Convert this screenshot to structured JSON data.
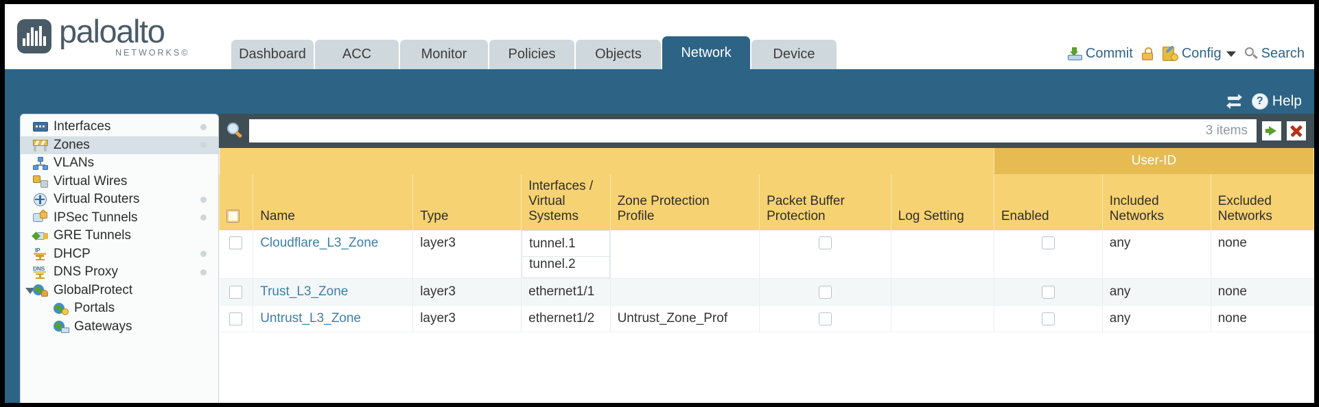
{
  "brand": {
    "name": "paloalto",
    "tagline": "NETWORKS",
    "registered": "©"
  },
  "nav": {
    "tabs": [
      {
        "label": "Dashboard",
        "active": false,
        "width": 120
      },
      {
        "label": "ACC",
        "active": false,
        "width": 122
      },
      {
        "label": "Monitor",
        "active": false,
        "width": 128
      },
      {
        "label": "Policies",
        "active": false,
        "width": 124
      },
      {
        "label": "Objects",
        "active": false,
        "width": 124
      },
      {
        "label": "Network",
        "active": true,
        "width": 128
      },
      {
        "label": "Device",
        "active": false,
        "width": 124
      }
    ]
  },
  "topbar": {
    "commit_label": "Commit",
    "commit_icon": "commit-tray-icon",
    "lock_icon": "padlock-icon",
    "config_label": "Config",
    "config_icon": "config-wrench-gear-icon",
    "config_caret": "chevron-down-icon",
    "search_label": "Search",
    "search_icon": "magnifier-icon"
  },
  "subbar": {
    "refresh_icon": "refresh-icon",
    "help_label": "Help",
    "help_icon": "help-question-icon"
  },
  "sidebar": {
    "items": [
      {
        "label": "Interfaces",
        "icon": "interfaces-icon",
        "selected": false,
        "dot": true,
        "child": false,
        "expander": false
      },
      {
        "label": "Zones",
        "icon": "zones-icon",
        "selected": true,
        "dot": true,
        "child": false,
        "expander": false
      },
      {
        "label": "VLANs",
        "icon": "vlans-icon",
        "selected": false,
        "dot": false,
        "child": false,
        "expander": false
      },
      {
        "label": "Virtual Wires",
        "icon": "virtual-wires-icon",
        "selected": false,
        "dot": false,
        "child": false,
        "expander": false
      },
      {
        "label": "Virtual Routers",
        "icon": "virtual-routers-icon",
        "selected": false,
        "dot": true,
        "child": false,
        "expander": false
      },
      {
        "label": "IPSec Tunnels",
        "icon": "ipsec-tunnels-icon",
        "selected": false,
        "dot": true,
        "child": false,
        "expander": false
      },
      {
        "label": "GRE Tunnels",
        "icon": "gre-tunnels-icon",
        "selected": false,
        "dot": false,
        "child": false,
        "expander": false
      },
      {
        "label": "DHCP",
        "icon": "dhcp-icon",
        "selected": false,
        "dot": true,
        "child": false,
        "expander": false
      },
      {
        "label": "DNS Proxy",
        "icon": "dns-proxy-icon",
        "selected": false,
        "dot": true,
        "child": false,
        "expander": false
      },
      {
        "label": "GlobalProtect",
        "icon": "globalprotect-icon",
        "selected": false,
        "dot": false,
        "child": false,
        "expander": true
      },
      {
        "label": "Portals",
        "icon": "portals-icon",
        "selected": false,
        "dot": false,
        "child": true,
        "expander": false
      },
      {
        "label": "Gateways",
        "icon": "gateways-icon",
        "selected": false,
        "dot": false,
        "child": true,
        "expander": false
      }
    ]
  },
  "filter": {
    "search_icon": "magnifier-filter-icon",
    "value": "",
    "placeholder": "",
    "items_count": "3 items",
    "apply_icon": "green-arrow-apply-icon",
    "clear_icon": "red-x-clear-icon"
  },
  "table": {
    "group_header": "User-ID",
    "columns": [
      "Name",
      "Type",
      "Interfaces / Virtual Systems",
      "Zone Protection Profile",
      "Packet Buffer Protection",
      "Log Setting",
      "Enabled",
      "Included Networks",
      "Excluded Networks"
    ],
    "col_name": "Name",
    "col_type": "Type",
    "col_interfaces": "Interfaces /\nVirtual\nSystems",
    "col_interfaces_l1": "Interfaces /",
    "col_interfaces_l2": "Virtual",
    "col_interfaces_l3": "Systems",
    "col_zpp_l1": "Zone Protection",
    "col_zpp_l2": "Profile",
    "col_pbp_l1": "Packet Buffer",
    "col_pbp_l2": "Protection",
    "col_logsetting": "Log Setting",
    "col_enabled": "Enabled",
    "col_included_l1": "Included",
    "col_included_l2": "Networks",
    "col_excluded_l1": "Excluded",
    "col_excluded_l2": "Networks",
    "rows": [
      {
        "name": "Cloudflare_L3_Zone",
        "type": "layer3",
        "interfaces": [
          "tunnel.1",
          "tunnel.2"
        ],
        "zone_protection_profile": "",
        "packet_buffer_protection": false,
        "log_setting": "",
        "userid_enabled": false,
        "included_networks": "any",
        "excluded_networks": "none"
      },
      {
        "name": "Trust_L3_Zone",
        "type": "layer3",
        "interfaces": [
          "ethernet1/1"
        ],
        "zone_protection_profile": "",
        "packet_buffer_protection": false,
        "log_setting": "",
        "userid_enabled": false,
        "included_networks": "any",
        "excluded_networks": "none"
      },
      {
        "name": "Untrust_L3_Zone",
        "type": "layer3",
        "interfaces": [
          "ethernet1/2"
        ],
        "zone_protection_profile": "Untrust_Zone_Prof",
        "packet_buffer_protection": false,
        "log_setting": "",
        "userid_enabled": false,
        "included_networks": "any",
        "excluded_networks": "none"
      }
    ]
  },
  "colors": {
    "brand_blue": "#2d6385",
    "header_gold": "#f6d272",
    "group_gold": "#e5bb52",
    "link_blue": "#3d7fa8",
    "panel_slate": "#3f4d55"
  }
}
